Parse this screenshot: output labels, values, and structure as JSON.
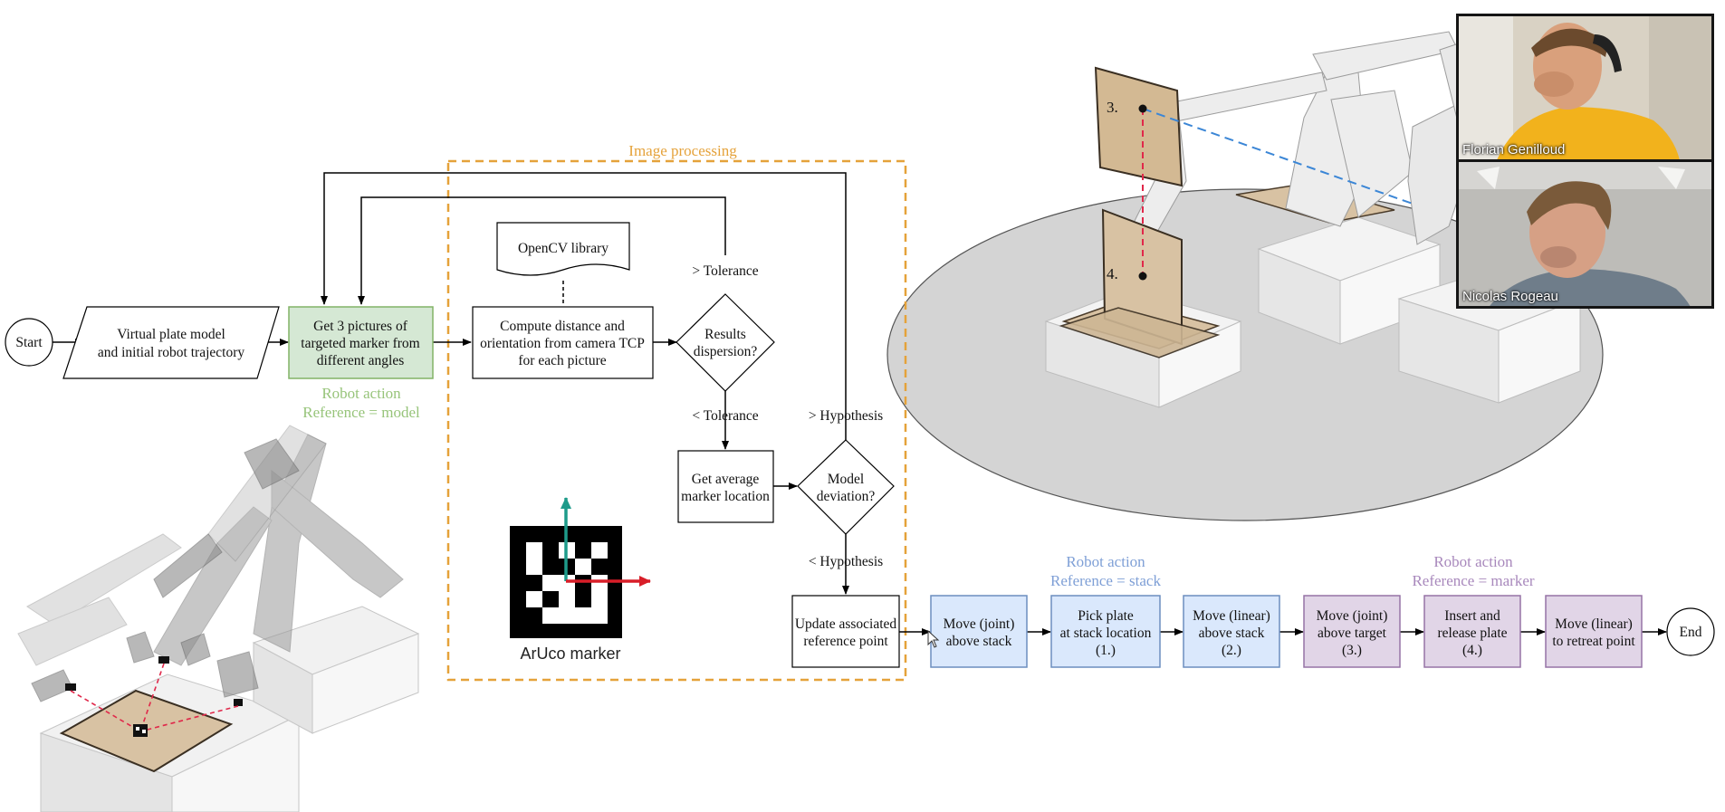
{
  "flowchart": {
    "start": "Start",
    "end": "End",
    "input_line1": "Virtual plate model",
    "input_line2": "and initial robot trajectory",
    "pictures_line1": "Get 3 pictures of",
    "pictures_line2": "targeted marker from",
    "pictures_line3": "different angles",
    "image_processing_label": "Image processing",
    "opencv": "OpenCV library",
    "compute_line1": "Compute distance and",
    "compute_line2": "orientation from camera TCP",
    "compute_line3": "for each picture",
    "results_line1": "Results",
    "results_line2": "dispersion?",
    "gt_tolerance": "> Tolerance",
    "lt_tolerance": "< Tolerance",
    "average_line1": "Get average",
    "average_line2": "marker location",
    "model_line1": "Model",
    "model_line2": "deviation?",
    "gt_hypothesis": "> Hypothesis",
    "lt_hypothesis": "< Hypothesis",
    "update_line1": "Update associated",
    "update_line2": "reference point",
    "robot_action_model_line1": "Robot action",
    "robot_action_model_line2": "Reference = model",
    "aruco_label": "ArUco marker",
    "robot_action_stack_line1": "Robot action",
    "robot_action_stack_line2": "Reference = stack",
    "robot_action_marker_line1": "Robot action",
    "robot_action_marker_line2": "Reference = marker",
    "step1_line1": "Move (joint)",
    "step1_line2": "above stack",
    "step2_line1": "Pick plate",
    "step2_line2": "at stack location",
    "step2_line3": "(1.)",
    "step3_line1": "Move (linear)",
    "step3_line2": "above stack",
    "step3_line3": "(2.)",
    "step4_line1": "Move (joint)",
    "step4_line2": "above target",
    "step4_line3": "(3.)",
    "step5_line1": "Insert and",
    "step5_line2": "release plate",
    "step5_line3": "(4.)",
    "step6_line1": "Move (linear)",
    "step6_line2": "to retreat point"
  },
  "illustration": {
    "marker_3": "3.",
    "marker_4": "4."
  },
  "video_call": {
    "participants": [
      {
        "name": "Florian Genilloud"
      },
      {
        "name": "Nicolas Rogeau"
      }
    ]
  },
  "colors": {
    "orange": "#E5A23A",
    "green_fill": "#D5E8D4",
    "green_stroke": "#82B366",
    "green_text": "#97C47A",
    "blue_fill": "#DAE8FC",
    "blue_stroke": "#6C8EBF",
    "blue_text": "#7E9FD6",
    "purple_fill": "#E1D5E7",
    "purple_stroke": "#9673A6",
    "purple_text": "#A888BC",
    "aruco_green": "#1E9B8A",
    "aruco_red": "#D81E28"
  }
}
